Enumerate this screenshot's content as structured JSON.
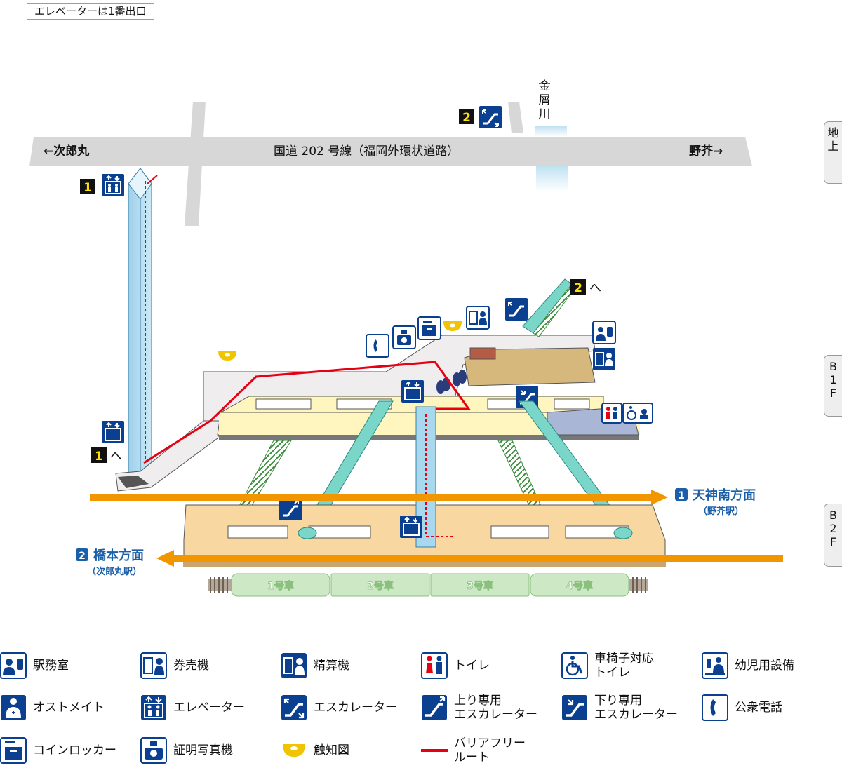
{
  "note": "エレベーターは1番出口",
  "floors": [
    "地上",
    "B1F",
    "B2F"
  ],
  "road": {
    "name": "国道 202 号線（福岡外環状道路）",
    "left_dir": "←次郎丸",
    "right_dir": "野芥→"
  },
  "river": "金屑川",
  "exits": {
    "exit1_num": "1",
    "exit2_num": "2",
    "exit1_to": "1へ",
    "exit2_to": "2へ"
  },
  "directions": {
    "platform1": {
      "num": "1",
      "name": "天神南方面",
      "sub": "（野芥駅）"
    },
    "platform2": {
      "num": "2",
      "name": "橋本方面",
      "sub": "（次郎丸駅）"
    }
  },
  "cars": [
    "1号車",
    "2号車",
    "3号車",
    "4号車"
  ],
  "legend": [
    {
      "icon": "station-office-icon",
      "label": "駅務室"
    },
    {
      "icon": "ticket-machine-icon",
      "label": "券売機"
    },
    {
      "icon": "fare-adjustment-icon",
      "label": "精算機"
    },
    {
      "icon": "toilet-icon",
      "label": "トイレ"
    },
    {
      "icon": "wheelchair-icon",
      "label": "車椅子対応\nトイレ"
    },
    {
      "icon": "baby-care-icon",
      "label": "幼児用設備"
    },
    {
      "icon": "customer-service-icon",
      "label": "オストメイト"
    },
    {
      "icon": "elevator-icon",
      "label": "エレベーター"
    },
    {
      "icon": "escalator-icon",
      "label": "エスカレーター"
    },
    {
      "icon": "up-escalator-icon",
      "label": "上り専用\nエスカレーター"
    },
    {
      "icon": "down-escalator-icon",
      "label": "下り専用\nエスカレーター"
    },
    {
      "icon": "phone-icon",
      "label": "公衆電話"
    },
    {
      "icon": "coin-locker-icon",
      "label": "コインロッカー"
    },
    {
      "icon": "photo-booth-icon",
      "label": "証明写真機"
    },
    {
      "icon": "tactile-map-icon",
      "label": "触知図"
    },
    {
      "icon": "barrier-free-route-icon",
      "label": "バリアフリー\nルート"
    }
  ],
  "colors": {
    "icon_blue": "#0b3f8f",
    "route_red": "#e60012",
    "arrow_orange": "#f29600",
    "direction_blue": "#1a5fa8",
    "concourse_yellow": "#fff6bf",
    "platform_tan": "#f8d7a1",
    "escalator_teal": "#79d6c8"
  }
}
